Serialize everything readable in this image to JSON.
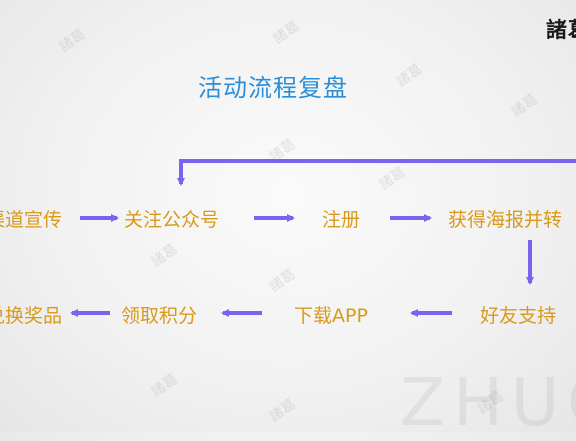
{
  "logo": {
    "text": "諸葛"
  },
  "title": "活动流程复盘",
  "watermark": {
    "text": "諸葛",
    "big_text": "ZHUG"
  },
  "steps": {
    "s1": "渠道宣传",
    "s2": "关注公众号",
    "s3": "注册",
    "s4": "获得海报并转",
    "s5": "好友支持",
    "s6": "下载APP",
    "s7": "领取积分",
    "s8": "兑换奖品"
  },
  "colors": {
    "arrow": "#7b63f0",
    "node_text": "#d99a1a",
    "title": "#2a8fd8"
  }
}
